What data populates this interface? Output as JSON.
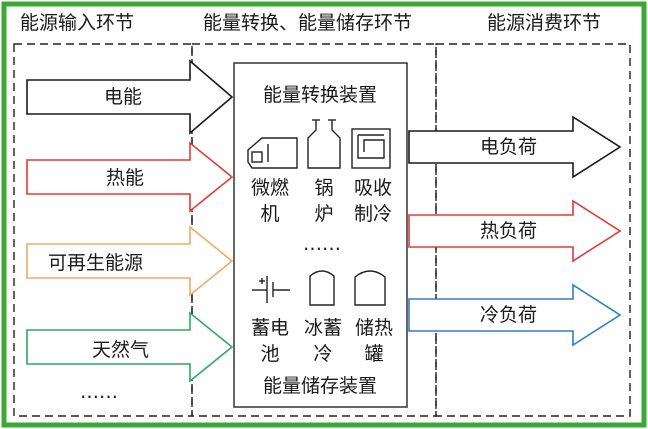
{
  "sections": {
    "input": "能源输入环节",
    "conversion": "能量转换、能量储存环节",
    "consumption": "能源消费环节"
  },
  "inputs": [
    {
      "label": "电能",
      "color": "#1a1a1a"
    },
    {
      "label": "热能",
      "color": "#e53935"
    },
    {
      "label": "可再生能源",
      "color": "#f0a868"
    },
    {
      "label": "天然气",
      "color": "#2eaa5c"
    }
  ],
  "inputs_more": "……",
  "conversion_box": {
    "title_top": "能量转换装置",
    "devices_top": [
      {
        "lines": [
          "微燃",
          "机"
        ],
        "icon": "microturbine-icon"
      },
      {
        "lines": [
          "锅",
          "炉"
        ],
        "icon": "boiler-icon"
      },
      {
        "lines": [
          "吸收",
          "制冷"
        ],
        "icon": "absorption-chiller-icon"
      }
    ],
    "ellipsis": "……",
    "devices_bottom": [
      {
        "lines": [
          "蓄电",
          "池"
        ],
        "icon": "battery-icon"
      },
      {
        "lines": [
          "冰蓄",
          "冷"
        ],
        "icon": "ice-storage-icon"
      },
      {
        "lines": [
          "储热",
          "罐"
        ],
        "icon": "heat-storage-tank-icon"
      }
    ],
    "title_bottom": "能量储存装置"
  },
  "outputs": [
    {
      "label": "电负荷",
      "color": "#1a1a1a"
    },
    {
      "label": "热负荷",
      "color": "#e53935"
    },
    {
      "label": "冷负荷",
      "color": "#2f7fc4"
    }
  ],
  "colors": {
    "outer_border": "#3aaa35",
    "box_stroke": "#333333"
  }
}
